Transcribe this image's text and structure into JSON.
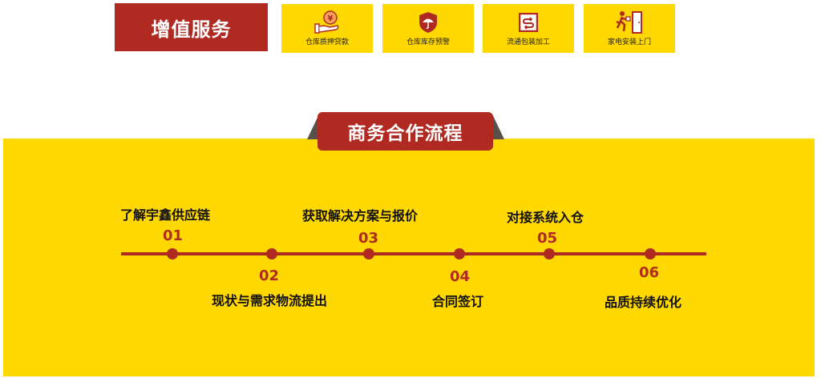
{
  "value_added": {
    "title": "增值服务",
    "services": [
      {
        "label": "仓库质押贷款",
        "icon": "hand-coin-icon"
      },
      {
        "label": "仓库库存预警",
        "icon": "shield-umbrella-icon"
      },
      {
        "label": "流通包装加工",
        "icon": "package-cycle-icon"
      },
      {
        "label": "家电安装上门",
        "icon": "delivery-door-icon"
      }
    ]
  },
  "process": {
    "title": "商务合作流程",
    "steps": [
      {
        "num": "01",
        "label": "了解宇鑫供应链"
      },
      {
        "num": "02",
        "label": "现状与需求物流提出"
      },
      {
        "num": "03",
        "label": "获取解决方案与报价"
      },
      {
        "num": "04",
        "label": "合同签订"
      },
      {
        "num": "05",
        "label": "对接系统入仓"
      },
      {
        "num": "06",
        "label": "品质持续优化"
      }
    ]
  },
  "colors": {
    "brand_red": "#b12a22",
    "brand_yellow": "#ffd800"
  }
}
